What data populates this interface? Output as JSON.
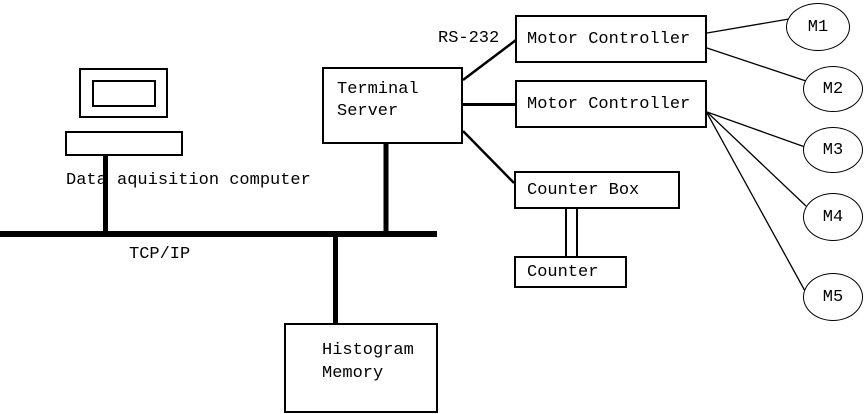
{
  "diagram": {
    "title_hint": "Instrument control network diagram",
    "computer_label": "Data aquisition computer",
    "bus_label": "TCP/IP",
    "serial_label": "RS-232",
    "terminal_server": {
      "line1": "Terminal",
      "line2": "Server"
    },
    "motor_controller_1": {
      "label": "Motor Controller"
    },
    "motor_controller_2": {
      "label": "Motor Controller"
    },
    "counter_box": {
      "label": "Counter Box"
    },
    "counter": {
      "label": "Counter"
    },
    "histogram_memory": {
      "line1": "Histogram",
      "line2": "Memory"
    },
    "motors": [
      {
        "label": "M1"
      },
      {
        "label": "M2"
      },
      {
        "label": "M3"
      },
      {
        "label": "M4"
      },
      {
        "label": "M5"
      }
    ],
    "colors": {
      "line": "#000000",
      "background": "#ffffff",
      "text": "#000000"
    }
  }
}
